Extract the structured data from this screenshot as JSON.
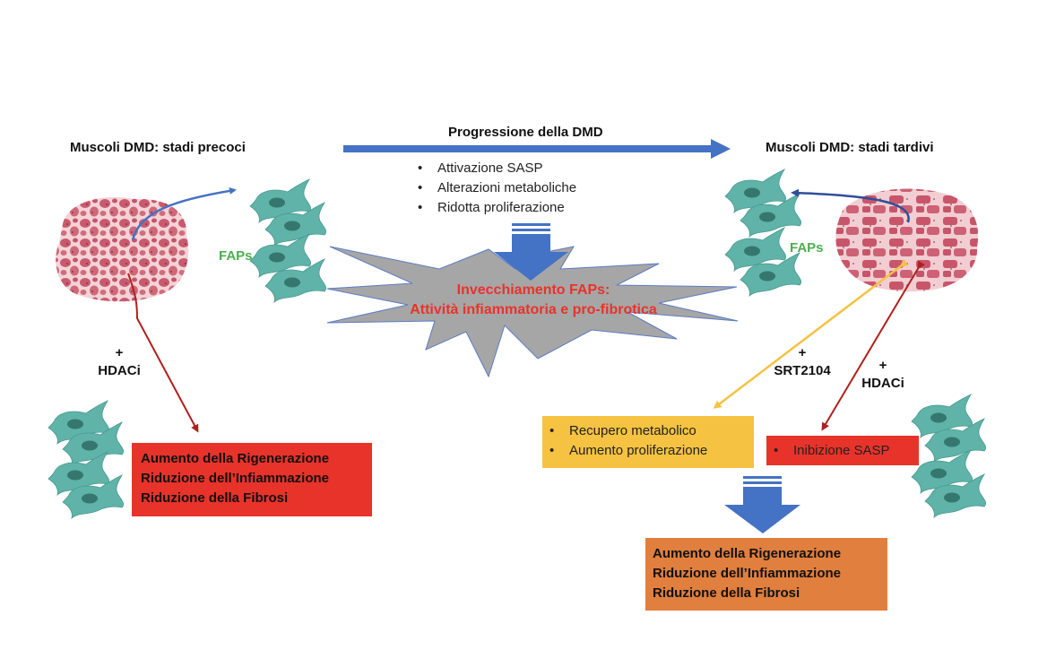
{
  "colors": {
    "progress_arrow": "#4472c4",
    "fap_cell": "#5fb3a8",
    "muscle": "#c95a6e",
    "burst_fill": "#a6a6a6",
    "highlight_red": "#e8332a",
    "faps_label": "#4caf50",
    "sirt_arrow": "#f5c242",
    "hdac_arrow": "#b0201c",
    "orange_box": "#e07f3e",
    "yellow_box": "#f5c242"
  },
  "early": {
    "title": "Muscoli DMD: stadi precoci",
    "faps_label": "FAPs",
    "treatment_plus": "+",
    "treatment": "HDACi",
    "outcomes": [
      "Aumento della Rigenerazione",
      "Riduzione dell’Infiammazione",
      "Riduzione della Fibrosi"
    ]
  },
  "progression": {
    "title": "Progressione della DMD",
    "items": [
      "Attivazione SASP",
      "Alterazioni metaboliche",
      "Ridotta proliferazione"
    ],
    "bullet": "•"
  },
  "center": {
    "line1": "Invecchiamento FAPs:",
    "line2": "Attività infiammatoria e pro-fibrotica"
  },
  "late": {
    "title": "Muscoli DMD: stadi tardivi",
    "faps_label": "FAPs",
    "sirt_plus": "+",
    "sirt_treatment": "SRT2104",
    "hdac_plus": "+",
    "hdac_treatment": "HDACi",
    "yellow_items": [
      "Recupero metabolico",
      "Aumento proliferazione"
    ],
    "red_items": [
      "Inibizione SASP"
    ],
    "outcomes": [
      "Aumento della Rigenerazione",
      "Riduzione dell’Infiammazione",
      "Riduzione della Fibrosi"
    ]
  }
}
